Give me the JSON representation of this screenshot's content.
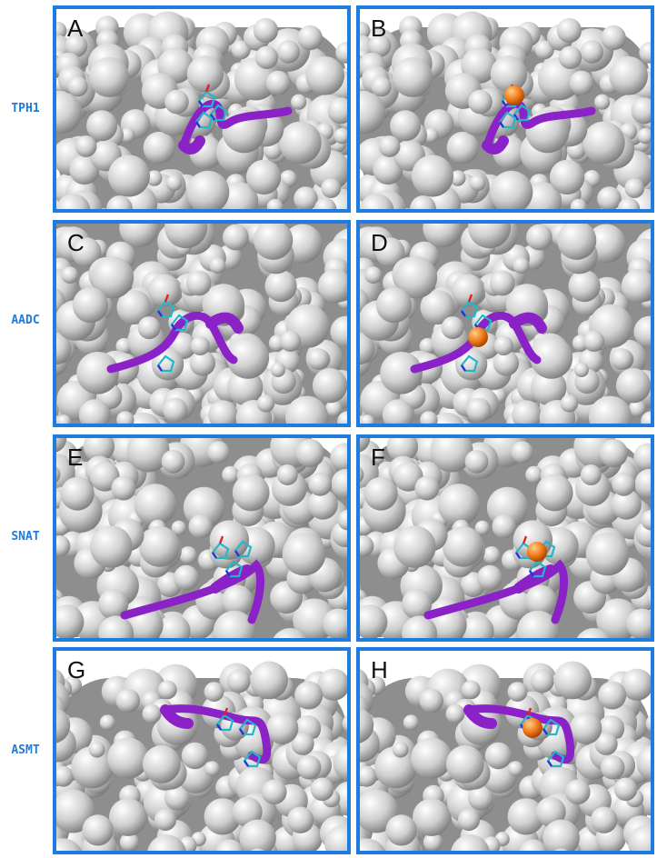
{
  "rows": [
    {
      "label": "TPH1",
      "left": "A",
      "right": "B"
    },
    {
      "label": "AADC",
      "left": "C",
      "right": "D"
    },
    {
      "label": "SNAT",
      "left": "E",
      "right": "F"
    },
    {
      "label": "ASMT",
      "left": "G",
      "right": "H"
    }
  ],
  "colors": {
    "border": "#1e7be0",
    "label": "#1e7be0",
    "ribbon": "#8a22c8",
    "stick": "#20b8c8",
    "nitrogen": "#2830d8",
    "oxygen": "#e02020",
    "metal_ion": "#f07818",
    "surface": "#d9d9d9"
  }
}
